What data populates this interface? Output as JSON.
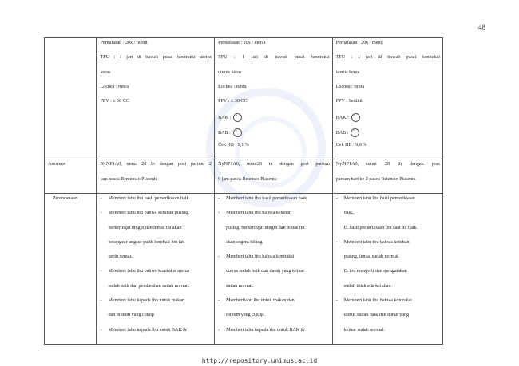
{
  "page_number": "48",
  "footer_url": "http://repository.unimus.ac.id",
  "row_obs": {
    "col1": [
      "Pernafasan          : 20x / menit",
      "TFU : 1 jari di bawah pusat kontraksi uterus",
      "keras",
      "Lochea : rubra",
      "PPV : ± 50 CC"
    ],
    "col2": [
      "Pernafasan          : 20x / menit",
      "TFU : 1 jari di bawah pusat kontraksi",
      "uterus keras",
      "Lochea : rubra",
      "PPV : ± 30 CC",
      "BAK :",
      "BAB :",
      "Cek HB : 9,1 %"
    ],
    "col3": [
      "Pernafasan          : 20x / menit",
      "TFU : 1 jari di bawah pusat kontraksi",
      "uterus keras",
      "Lochea : rubra",
      "PPV : Sedikit",
      "BAK :",
      "BAB :",
      "Cek HB : 9,8 %"
    ]
  },
  "row_asesmen": {
    "label": "Asesmen",
    "col1": [
      "NyNP1A0, umur 28 th dengan post partum 2",
      "jam pasca Rentensio Plasenta"
    ],
    "col2": [
      "NyNP1A0, umur28 th dengan post partum",
      "9 jam pasca Retensio Plasenta"
    ],
    "col3": [
      "Ny.NP1A0, umur 28 th dengan post",
      "partum hari ke 2 pasca Retensio Plasenta"
    ]
  },
  "row_perencanaan": {
    "label": "Perencanaan",
    "col1": [
      "Memberi tahu ibu hasil pemeriksaan baik",
      "Memberi tahu ibu bahwa keluhan pusing,",
      "berkeringat dingin dan lemas itu akan",
      "berangsur-angsur pulih kembali ibu tak",
      "perlu cemas.",
      "Memberi tahu ibu bahwa kontraksi uterus",
      "sudah baik dan pendarahan sudah normal.",
      "Memberi tahu kepada ibu untuk makan",
      "dan minum yang cukup",
      "Memberi tahu kepada ibu untuk BAK &"
    ],
    "col2": [
      "Memberi tahu ibu hasil pemeriksaan baik",
      "Memberi tahu ibu bahwa keluhan",
      "pusing, berkeringat dingin dan lemas itu",
      "akan segera hilang.",
      "Memberi tahu ibu bahwa kontraksi",
      "uterus sudah baik dan darah yang keluar",
      "sudah normal.",
      "Memberitahu ibu untuk makan dan",
      "minum yang cukup.",
      "Memberi tahu kepada ibu untuk BAK &"
    ],
    "col3": [
      "Memberi tahu ibu hasil pemeriksaan",
      "baik.",
      "E. hasil pemeriksaan ibu saat ini baik.",
      "Memberi tahu ibu bahwa keluhan",
      "pusing, lemas sudah normal.",
      "E. ibu mengerti dan mengatakan",
      "sudah tidak ada keluhan.",
      "Memberi tahu ibu bahwa kontraksi",
      "uterus sudah baik dan darah yang",
      "keluar sudah normal."
    ]
  }
}
